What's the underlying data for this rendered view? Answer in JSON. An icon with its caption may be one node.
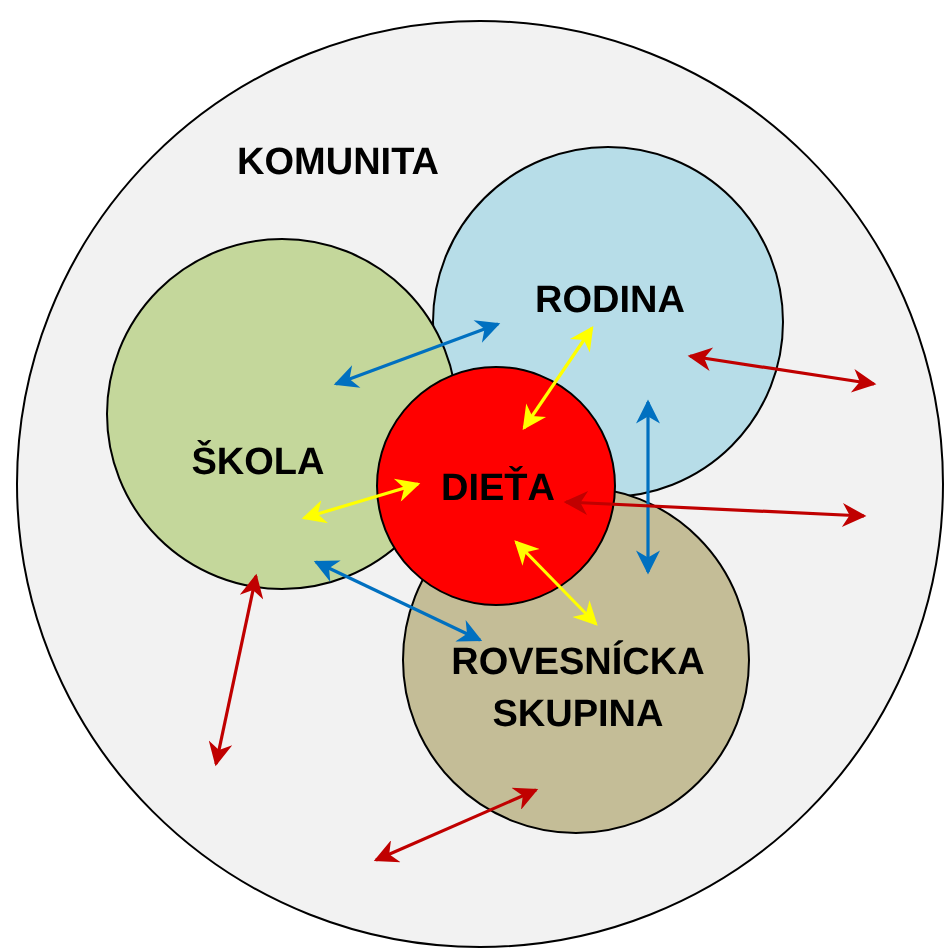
{
  "diagram": {
    "nodes": [
      {
        "text": [
          "KOMUNITA"
        ]
      },
      {
        "text": [
          "RODINA"
        ],
        "in": 0
      },
      {
        "text": [
          "ŠKOLA"
        ],
        "in": 0
      },
      {
        "text": [
          "DIEŤA"
        ],
        "in": 0
      },
      {
        "text": [
          "ROVESNÍCKA SKUPINA"
        ],
        "in": 0
      }
    ],
    "edges": [
      {
        "from": 2,
        "to": 1,
        "arrow": "both",
        "color": "#0070c0"
      },
      {
        "from": 3,
        "to": 1,
        "arrow": "both",
        "color": "#ffff00"
      },
      {
        "from": 1,
        "to": null,
        "arrow": "both",
        "color": "#c00000"
      },
      {
        "from": 2,
        "to": 3,
        "arrow": "both",
        "color": "#ffff00"
      },
      {
        "from": 1,
        "to": 4,
        "arrow": "both",
        "color": "#0070c0"
      },
      {
        "from": 3,
        "to": null,
        "arrow": "both",
        "color": "#c00000"
      },
      {
        "from": 3,
        "to": 4,
        "arrow": "both",
        "color": "#ffff00"
      },
      {
        "from": 2,
        "to": 4,
        "arrow": "both",
        "color": "#0070c0"
      },
      {
        "from": 2,
        "to": null,
        "arrow": "both",
        "color": "#c00000"
      },
      {
        "from": 4,
        "to": null,
        "arrow": "both",
        "color": "#c00000"
      }
    ]
  }
}
